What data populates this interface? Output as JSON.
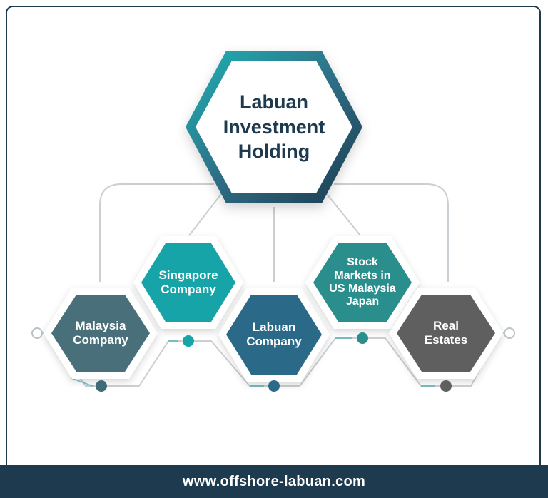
{
  "diagram": {
    "main": {
      "label": "Labuan\nInvestment\nHolding"
    },
    "children": [
      {
        "label": "Malaysia\nCompany",
        "color": "#4a6f7a"
      },
      {
        "label": "Singapore\nCompany",
        "color": "#17a4a8"
      },
      {
        "label": "Labuan\nCompany",
        "color": "#2b6988"
      },
      {
        "label": "Stock\nMarkets in\nUS Malaysia\nJapan",
        "color": "#2a8f8c"
      },
      {
        "label": "Real\nEstates",
        "color": "#5f5f5f"
      }
    ]
  },
  "footer": {
    "url": "www.offshore-labuan.com"
  },
  "colors": {
    "navy": "#1d3a4f",
    "teal": "#17a4a8",
    "connector": "#c9cfd2"
  }
}
